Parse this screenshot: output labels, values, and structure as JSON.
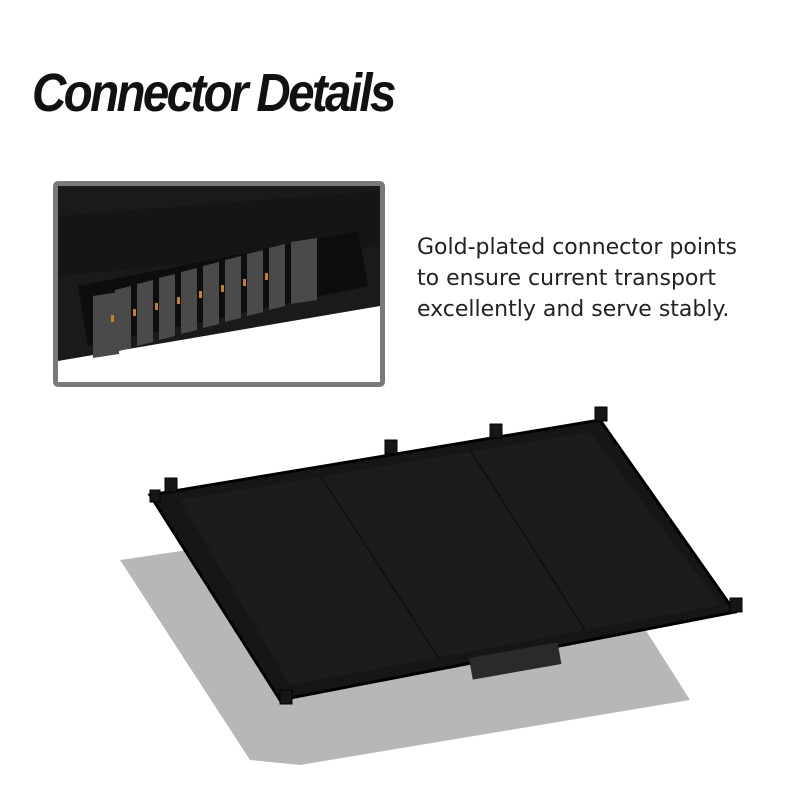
{
  "title": "Connector Details",
  "description": {
    "lines": [
      "Gold-plated connector points",
      "to ensure current transport",
      "excellently and serve stably."
    ]
  },
  "colors": {
    "contact_gold": "#c8801e",
    "frame": "#7a7a7a",
    "battery": "#141414",
    "shadow": "#b5b5b5"
  }
}
